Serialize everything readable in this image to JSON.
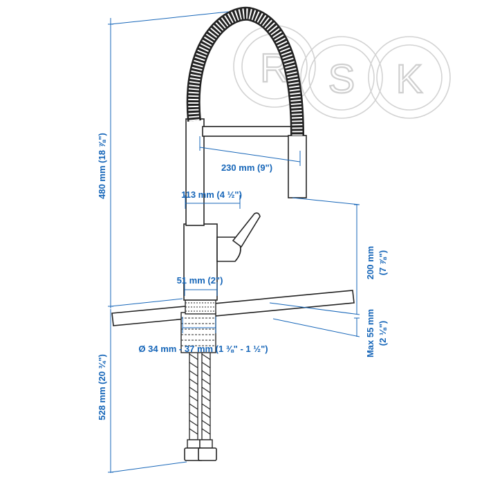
{
  "logo": {
    "letters": [
      "R",
      "S",
      "K"
    ]
  },
  "dimensions": {
    "total_height": "480 mm (18 ⅞\")",
    "reach": "230 mm (9\")",
    "handle_reach": "113 mm (4 ½\")",
    "body_diameter": "51 mm (2\")",
    "hole_diameter": "Ø 34 mm - 37 mm (1 ⅜\" - 1 ½\")",
    "spout_height_mm": "200 mm",
    "spout_height_in": "(7 ⅞\")",
    "max_thickness_mm": "Max 55 mm",
    "max_thickness_in": "(2 ⅛\")",
    "hose_length": "528 mm (20 ¾\")"
  },
  "colors": {
    "dimension": "#1565b8",
    "outline": "#222222",
    "logo": "#cfcfcf"
  }
}
